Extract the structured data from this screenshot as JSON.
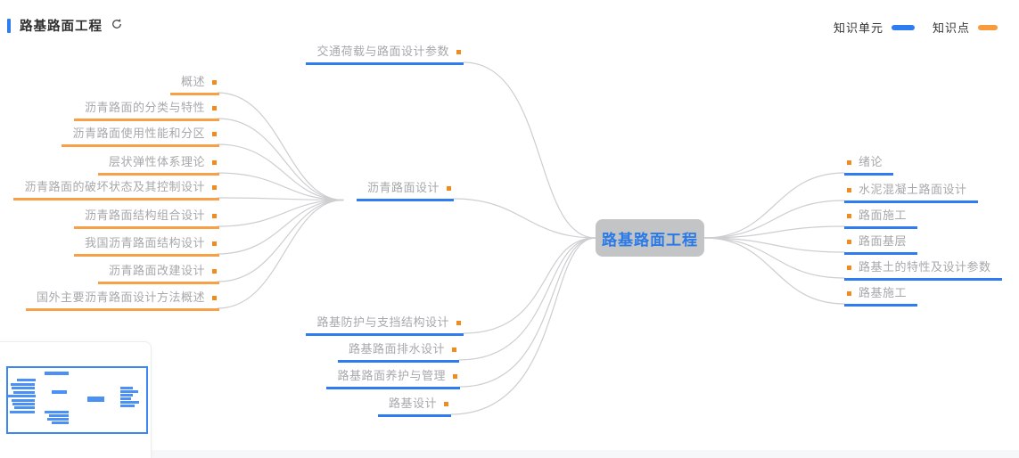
{
  "header": {
    "title": "路基路面工程"
  },
  "legend": {
    "unit_label": "知识单元",
    "point_label": "知识点"
  },
  "mindmap": {
    "root": "路基路面工程",
    "top_unit": "交通荷载与路面设计参数",
    "asphalt_unit": "沥青路面设计",
    "left_points": [
      "概述",
      "沥青路面的分类与特性",
      "沥青路面使用性能和分区",
      "层状弹性体系理论",
      "沥青路面的破坏状态及其控制设计",
      "沥青路面结构组合设计",
      "我国沥青路面结构设计",
      "沥青路面改建设计",
      "国外主要沥青路面设计方法概述"
    ],
    "bottom_units": [
      "路基防护与支挡结构设计",
      "路基路面排水设计",
      "路基路面养护与管理",
      "路基设计"
    ],
    "right_units": [
      "绪论",
      "水泥混凝土路面设计",
      "路面施工",
      "路面基层",
      "路基土的特性及设计参数",
      "路基施工"
    ]
  },
  "colors": {
    "unit_blue": "#2e7cf0",
    "point_orange": "#f7a045",
    "bullet_orange": "#f08c1e",
    "root_bg": "#c2c4c6",
    "root_text": "#2979e8",
    "curve_gray": "#cdced0",
    "minimap_border_blue": "#3c87f2",
    "minimap_bar_blue": "#4a90f5"
  },
  "minimap": {
    "bars": [
      [
        41,
        4,
        27,
        4
      ],
      [
        10,
        12,
        21,
        3
      ],
      [
        3,
        17,
        27,
        3
      ],
      [
        4,
        21,
        26,
        3
      ],
      [
        6,
        26,
        24,
        3
      ],
      [
        0,
        30,
        31,
        3
      ],
      [
        4,
        35,
        26,
        3
      ],
      [
        5,
        39,
        25,
        3
      ],
      [
        7,
        43,
        23,
        3
      ],
      [
        2,
        48,
        28,
        3
      ],
      [
        49,
        25,
        17,
        4
      ],
      [
        89,
        32,
        19,
        6
      ],
      [
        41,
        48,
        27,
        3
      ],
      [
        46,
        52,
        22,
        3
      ],
      [
        44,
        56,
        24,
        3
      ],
      [
        49,
        60,
        19,
        3
      ],
      [
        126,
        21,
        14,
        3
      ],
      [
        126,
        25,
        20,
        3
      ],
      [
        126,
        29,
        14,
        3
      ],
      [
        126,
        33,
        12,
        3
      ],
      [
        126,
        37,
        21,
        3
      ],
      [
        126,
        41,
        16,
        3
      ]
    ]
  }
}
